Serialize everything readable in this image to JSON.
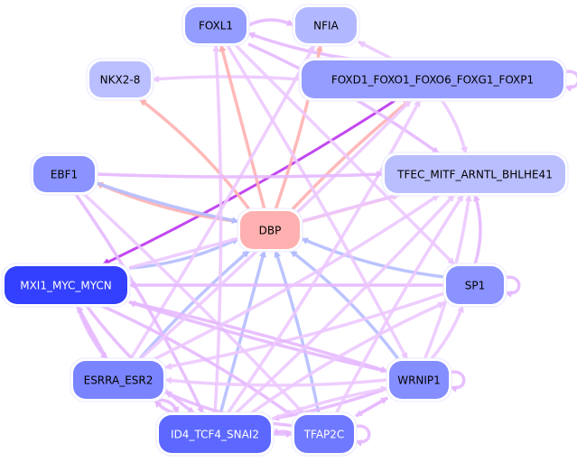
{
  "title": "",
  "colors": {
    "edge_pink": "#ffb0b0",
    "edge_violet": "#e6b8ff",
    "edge_violet_light": "#ecc8ff",
    "edge_blue": "#b4bcff",
    "edge_strong": "#bb33ee",
    "node_border": "#e8e8ff"
  },
  "nodes": [
    {
      "id": "FOXL1",
      "label": "FOXL1",
      "fill": "#939cff",
      "text": "#000000"
    },
    {
      "id": "NFIA",
      "label": "NFIA",
      "fill": "#b2b8ff",
      "text": "#000000"
    },
    {
      "id": "NKX2-8",
      "label": "NKX2-8",
      "fill": "#babfff",
      "text": "#000000"
    },
    {
      "id": "FOXD1",
      "label": "FOXD1_FOXO1_FOXO6_FOXG1_FOXP1",
      "fill": "#959dff",
      "text": "#000000"
    },
    {
      "id": "EBF1",
      "label": "EBF1",
      "fill": "#8a93ff",
      "text": "#000000"
    },
    {
      "id": "TFEC",
      "label": "TFEC_MITF_ARNTL_BHLHE41",
      "fill": "#b9beff",
      "text": "#000000"
    },
    {
      "id": "DBP",
      "label": "DBP",
      "fill": "#ffb0b0",
      "text": "#000000"
    },
    {
      "id": "MXI1",
      "label": "MXI1_MYC_MYCN",
      "fill": "#3340ff",
      "text": "#ffffff"
    },
    {
      "id": "SP1",
      "label": "SP1",
      "fill": "#8a93ff",
      "text": "#000000"
    },
    {
      "id": "ESRRA",
      "label": "ESRRA_ESR2",
      "fill": "#7a84ff",
      "text": "#000000"
    },
    {
      "id": "WRNIP1",
      "label": "WRNIP1",
      "fill": "#858eff",
      "text": "#000000"
    },
    {
      "id": "ID4",
      "label": "ID4_TCF4_SNAI2",
      "fill": "#5c68ff",
      "text": "#ffffff"
    },
    {
      "id": "TFAP2C",
      "label": "TFAP2C",
      "fill": "#6f79ff",
      "text": "#ffffff"
    }
  ],
  "edges": [
    {
      "from": "FOXL1",
      "to": "NFIA",
      "color": "edge_violet"
    },
    {
      "from": "FOXD1",
      "to": "FOXL1",
      "color": "edge_violet"
    },
    {
      "from": "FOXD1",
      "to": "NFIA",
      "color": "edge_violet_light"
    },
    {
      "from": "FOXD1",
      "to": "NKX2-8",
      "color": "edge_violet_light"
    },
    {
      "from": "FOXD1",
      "to": "FOXD1",
      "color": "edge_violet"
    },
    {
      "from": "FOXD1",
      "to": "MXI1",
      "color": "edge_strong"
    },
    {
      "from": "FOXD1",
      "to": "TFEC",
      "color": "edge_violet_light"
    },
    {
      "from": "DBP",
      "to": "FOXL1",
      "color": "edge_pink"
    },
    {
      "from": "DBP",
      "to": "NFIA",
      "color": "edge_pink"
    },
    {
      "from": "DBP",
      "to": "NKX2-8",
      "color": "edge_pink"
    },
    {
      "from": "DBP",
      "to": "EBF1",
      "color": "edge_pink"
    },
    {
      "from": "DBP",
      "to": "FOXD1",
      "color": "edge_pink"
    },
    {
      "from": "DBP",
      "to": "TFEC",
      "color": "edge_pink"
    },
    {
      "from": "EBF1",
      "to": "DBP",
      "color": "edge_blue"
    },
    {
      "from": "MXI1",
      "to": "DBP",
      "color": "edge_blue"
    },
    {
      "from": "SP1",
      "to": "DBP",
      "color": "edge_blue"
    },
    {
      "from": "ESRRA",
      "to": "DBP",
      "color": "edge_blue"
    },
    {
      "from": "ID4",
      "to": "DBP",
      "color": "edge_blue"
    },
    {
      "from": "TFAP2C",
      "to": "DBP",
      "color": "edge_blue"
    },
    {
      "from": "WRNIP1",
      "to": "DBP",
      "color": "edge_blue"
    },
    {
      "from": "FOXL1",
      "to": "TFEC",
      "color": "edge_violet"
    },
    {
      "from": "FOXL1",
      "to": "WRNIP1",
      "color": "edge_violet_light"
    },
    {
      "from": "FOXL1",
      "to": "SP1",
      "color": "edge_violet_light"
    },
    {
      "from": "ESRRA",
      "to": "NFIA",
      "color": "edge_violet_light"
    },
    {
      "from": "ID4",
      "to": "FOXL1",
      "color": "edge_violet_light"
    },
    {
      "from": "EBF1",
      "to": "ID4",
      "color": "edge_violet"
    },
    {
      "from": "EBF1",
      "to": "TFAP2C",
      "color": "edge_violet_light"
    },
    {
      "from": "SP1",
      "to": "MXI1",
      "color": "edge_violet"
    },
    {
      "from": "SP1",
      "to": "SP1",
      "color": "edge_violet"
    },
    {
      "from": "SP1",
      "to": "TFEC",
      "color": "edge_violet"
    },
    {
      "from": "SP1",
      "to": "ESRRA",
      "color": "edge_violet_light"
    },
    {
      "from": "WRNIP1",
      "to": "MXI1",
      "color": "edge_violet"
    },
    {
      "from": "WRNIP1",
      "to": "WRNIP1",
      "color": "edge_violet"
    },
    {
      "from": "WRNIP1",
      "to": "SP1",
      "color": "edge_violet_light"
    },
    {
      "from": "WRNIP1",
      "to": "TFEC",
      "color": "edge_violet_light"
    },
    {
      "from": "WRNIP1",
      "to": "ESRRA",
      "color": "edge_violet_light"
    },
    {
      "from": "WRNIP1",
      "to": "ID4",
      "color": "edge_violet"
    },
    {
      "from": "WRNIP1",
      "to": "TFAP2C",
      "color": "edge_violet_light"
    },
    {
      "from": "MXI1",
      "to": "ESRRA",
      "color": "edge_violet"
    },
    {
      "from": "MXI1",
      "to": "ID4",
      "color": "edge_violet"
    },
    {
      "from": "MXI1",
      "to": "TFAP2C",
      "color": "edge_violet"
    },
    {
      "from": "MXI1",
      "to": "WRNIP1",
      "color": "edge_violet"
    },
    {
      "from": "ESRRA",
      "to": "MXI1",
      "color": "edge_violet"
    },
    {
      "from": "ESRRA",
      "to": "FOXD1",
      "color": "edge_violet_light"
    },
    {
      "from": "ESRRA",
      "to": "TFEC",
      "color": "edge_violet_light"
    },
    {
      "from": "ESRRA",
      "to": "ID4",
      "color": "edge_violet"
    },
    {
      "from": "ID4",
      "to": "ESRRA",
      "color": "edge_violet"
    },
    {
      "from": "ID4",
      "to": "TFAP2C",
      "color": "edge_violet"
    },
    {
      "from": "TFAP2C",
      "to": "ID4",
      "color": "edge_violet"
    },
    {
      "from": "TFAP2C",
      "to": "TFAP2C",
      "color": "edge_violet"
    },
    {
      "from": "TFAP2C",
      "to": "ESRRA",
      "color": "edge_violet"
    },
    {
      "from": "TFAP2C",
      "to": "TFEC",
      "color": "edge_violet_light"
    },
    {
      "from": "TFAP2C",
      "to": "WRNIP1",
      "color": "edge_violet"
    },
    {
      "from": "ID4",
      "to": "TFEC",
      "color": "edge_violet_light"
    },
    {
      "from": "ID4",
      "to": "FOXD1",
      "color": "edge_violet_light"
    },
    {
      "from": "ID4",
      "to": "SP1",
      "color": "edge_violet_light"
    },
    {
      "from": "ID4",
      "to": "WRNIP1",
      "color": "edge_violet_light"
    },
    {
      "from": "MXI1",
      "to": "TFEC",
      "color": "edge_violet_light"
    },
    {
      "from": "EBF1",
      "to": "TFEC",
      "color": "edge_violet"
    }
  ]
}
